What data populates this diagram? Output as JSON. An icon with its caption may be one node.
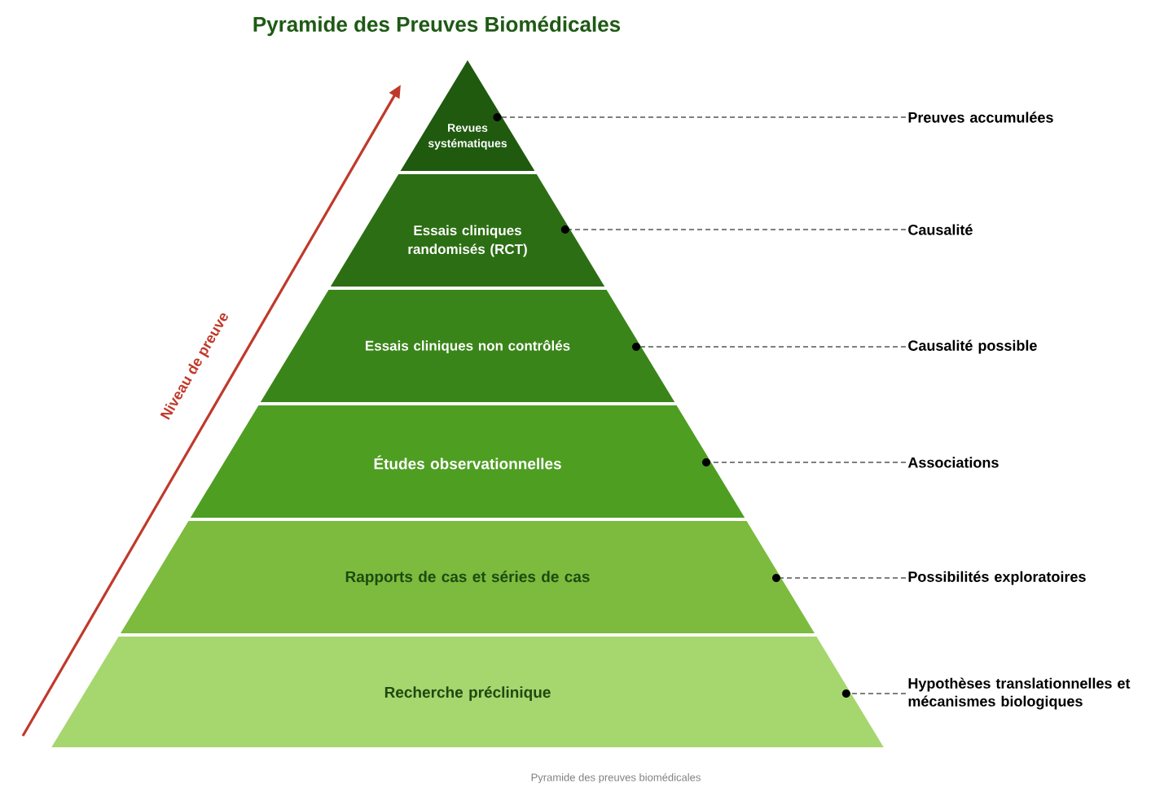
{
  "diagram": {
    "title": "Pyramide des Preuves Biomédicales",
    "nodes": [
      {
        "text": [
          "Revues systématiques"
        ]
      },
      {
        "text": [
          "Essais cliniques randomisés (RCT)"
        ]
      },
      {
        "text": [
          "Essais cliniques non contrôlés"
        ]
      },
      {
        "text": [
          "Études observationnelles"
        ]
      },
      {
        "text": [
          "Rapports de cas et séries de cas"
        ]
      },
      {
        "text": [
          "Recherche préclinique"
        ]
      },
      {
        "text": [
          "Preuves accumulées"
        ]
      },
      {
        "text": [
          "Causalité"
        ]
      },
      {
        "text": [
          "Causalité possible"
        ]
      },
      {
        "text": [
          "Associations"
        ]
      },
      {
        "text": [
          "Possibilités exploratoires"
        ]
      },
      {
        "text": [
          "Hypothèses translationnelles et mécanismes biologiques"
        ]
      },
      {
        "text": [],
        "shape": "circle",
        "in": 0
      },
      {
        "text": [],
        "shape": "circle",
        "in": 1
      },
      {
        "text": [],
        "shape": "circle",
        "in": 2
      },
      {
        "text": [],
        "shape": "circle",
        "in": 3
      },
      {
        "text": [],
        "shape": "circle",
        "in": 4
      },
      {
        "text": [],
        "shape": "circle",
        "in": 5
      }
    ],
    "edges": [
      {
        "from": 6,
        "to": 12,
        "arrow": "none",
        "style": "dashed"
      },
      {
        "from": 7,
        "to": 13,
        "arrow": "none",
        "style": "dashed"
      },
      {
        "from": 8,
        "to": 14,
        "arrow": "none",
        "style": "dashed"
      },
      {
        "from": 9,
        "to": 15,
        "arrow": "none",
        "style": "dashed"
      },
      {
        "from": 10,
        "to": 16,
        "arrow": "none",
        "style": "dashed"
      },
      {
        "from": 11,
        "to": 17,
        "arrow": "none",
        "style": "dashed"
      }
    ],
    "labels": [
      "Niveau de preuve",
      "Pyramide des preuves biomédicales"
    ]
  }
}
